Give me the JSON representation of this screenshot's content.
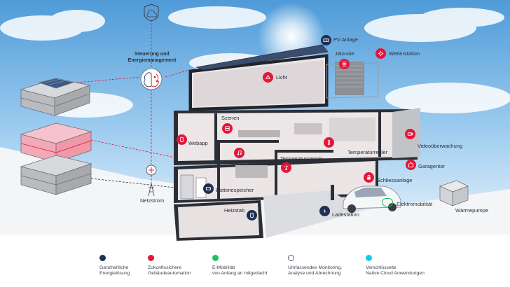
{
  "colors": {
    "red": "#e3163b",
    "navy": "#1f3050",
    "green": "#1fc25a",
    "cyan": "#18c8f0",
    "outline": "#555a66"
  },
  "labels": {
    "steuerung_line1": "Steuerung und",
    "steuerung_line2": "Energiemanagement",
    "netzstrom": "Netzstrom",
    "pv_anlage": "PV Anlage",
    "jalousie": "Jalousie",
    "wetterstation": "Wetterstation",
    "licht": "Licht",
    "szenen": "Szenen",
    "webapp": "Webapp",
    "musik": "Musik",
    "temperaturregler": "Temperaturregler",
    "temperatursensor": "Temperatursensor",
    "videoueberwachung": "Videoüberwachung",
    "garagentor": "Garagentor",
    "schliessanlage": "Schliessanlage",
    "batteriespeicher": "Batteriespeicher",
    "heizstab": "Heizstab",
    "ladestation": "Ladestation",
    "elektromobilitaet": "Elektromobilität",
    "waermepumpe": "Wärmepumpe"
  },
  "legend": [
    {
      "line1": "Ganzheitliche",
      "line2": "Energielösung",
      "color": "#1f3050",
      "style": "filled"
    },
    {
      "line1": "Zukunftssichere",
      "line2": "Gebäudeautomation",
      "color": "#e3163b",
      "style": "filled"
    },
    {
      "line1": "E-Mobilität",
      "line2": "von Anfang an mitgedacht",
      "color": "#1fc25a",
      "style": "filled"
    },
    {
      "line1": "Umfassendes Monitoring,",
      "line2": "Analyse und Abrechnung",
      "color": "#555a66",
      "style": "outline"
    },
    {
      "line1": "Verschlüsselte",
      "line2": "Native Cloud Anwendungen",
      "color": "#18c8f0",
      "style": "filled"
    }
  ]
}
